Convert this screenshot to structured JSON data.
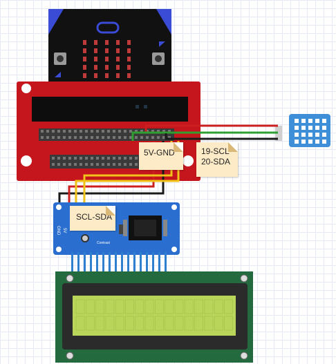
{
  "notes": {
    "power": "5V-GND",
    "i2c_line1": "19-SCL",
    "i2c_line2": "20-SDA",
    "lcd_wiring": "SCL-SDA"
  },
  "backpack_labels": {
    "gnd": "GND",
    "vcc": "5V",
    "contrast": "Contrast"
  },
  "colors": {
    "microbit_body": "#111111",
    "microbit_accent": "#3a4bd6",
    "microbit_led": "#c03a3a",
    "breakout_board": "#c4161c",
    "header_pins": "#3a3a3a",
    "sensor_body": "#3f8fd8",
    "backpack_board": "#2a6fd0",
    "lcd_frame": "#2b2b2b",
    "lcd_screen": "#b9d55a",
    "pcb_green": "#236b3f",
    "wire_red": "#cc1f1f",
    "wire_black": "#1a1a1a",
    "wire_green": "#2fa02f",
    "wire_yellow": "#f0c419",
    "note_background": "#fdebc8"
  }
}
